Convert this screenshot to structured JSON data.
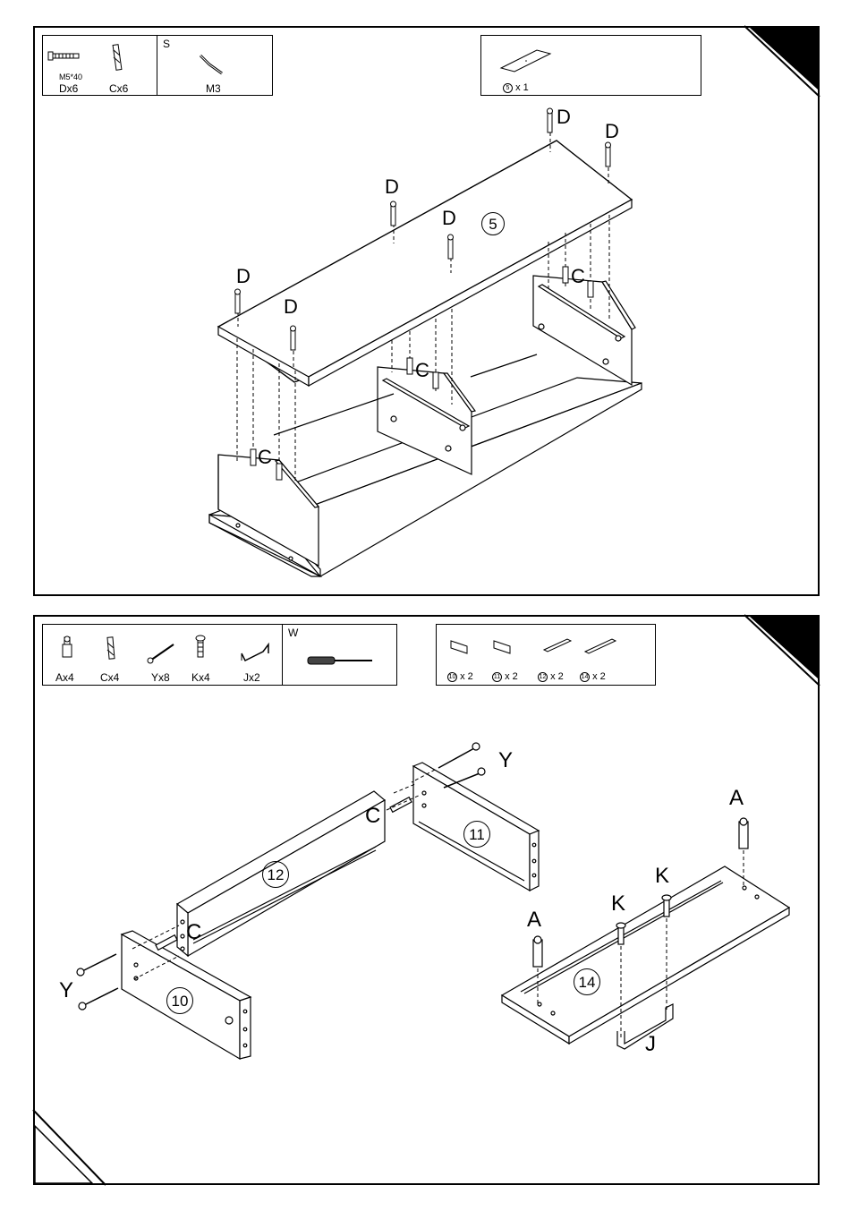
{
  "step1": {
    "hardware": {
      "d_size": "M5*40",
      "d_label": "Dx6",
      "c_label": "Cx6",
      "tool_section": "S",
      "tool_label": "M3"
    },
    "parts": {
      "panel_number": "5",
      "panel_qty": "x 1"
    },
    "diagram": {
      "panel_number": "5",
      "d": "D",
      "c": "C"
    }
  },
  "step2": {
    "hardware": {
      "a_label": "Ax4",
      "c_label": "Cx4",
      "y_label": "Yx8",
      "k_label": "Kx4",
      "j_label": "Jx2",
      "tool_section": "W"
    },
    "parts": [
      {
        "number": "10",
        "qty": "x 2"
      },
      {
        "number": "11",
        "qty": "x 2"
      },
      {
        "number": "12",
        "qty": "x 2"
      },
      {
        "number": "14",
        "qty": "x 2"
      }
    ],
    "diagram": {
      "p10": "10",
      "p11": "11",
      "p12": "12",
      "p14": "14",
      "y": "Y",
      "c": "C",
      "a": "A",
      "k": "K",
      "j": "J"
    }
  }
}
